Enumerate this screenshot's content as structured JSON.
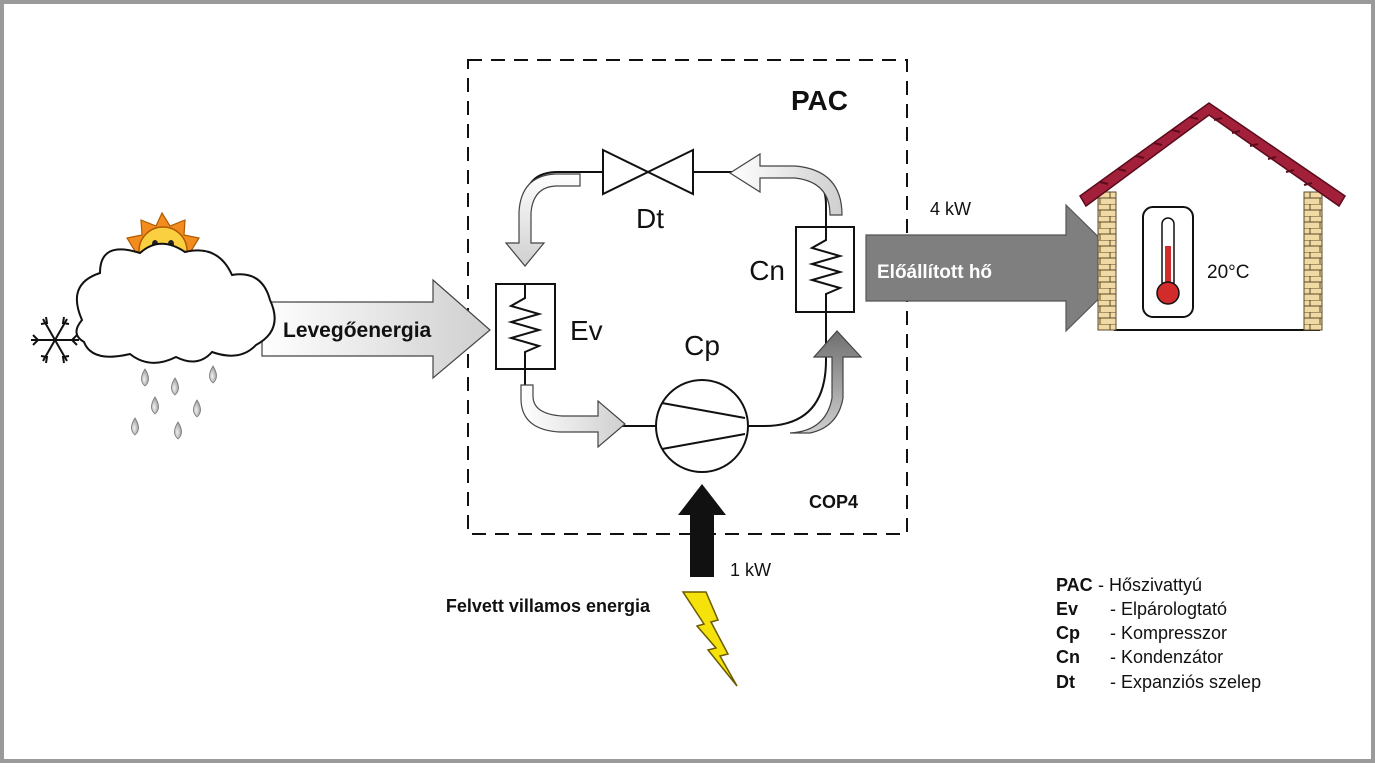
{
  "pac_box_title": "PAC",
  "cop_label": "COP4",
  "components": {
    "evaporator": "Ev",
    "compressor": "Cp",
    "condenser": "Cn",
    "expansion_valve": "Dt"
  },
  "flows": {
    "air_energy": "Levegőenergia",
    "produced_heat": "Előállított hő",
    "heat_power": "4 kW",
    "electric_power": "1 kW",
    "electric_energy": "Felvett villamos energia"
  },
  "house_temperature": "20°C",
  "legend": [
    {
      "abbr": "PAC",
      "desc": "- Hőszivattyú"
    },
    {
      "abbr": "Ev",
      "desc": "- Elpárologtató"
    },
    {
      "abbr": "Cp",
      "desc": "- Kompresszor"
    },
    {
      "abbr": "Cn",
      "desc": "- Kondenzátor"
    },
    {
      "abbr": "Dt",
      "desc": "- Expanziós szelep"
    }
  ],
  "colors": {
    "frame": "#9a9a9a",
    "roof": "#a3203a",
    "brick": "#f1d9a4",
    "thermometer": "#d22b2b",
    "bolt": "#f5e20a",
    "sun": "#f28c1e",
    "arrow_light": "#dcdcdc",
    "arrow_dark": "#7f7f7f"
  }
}
